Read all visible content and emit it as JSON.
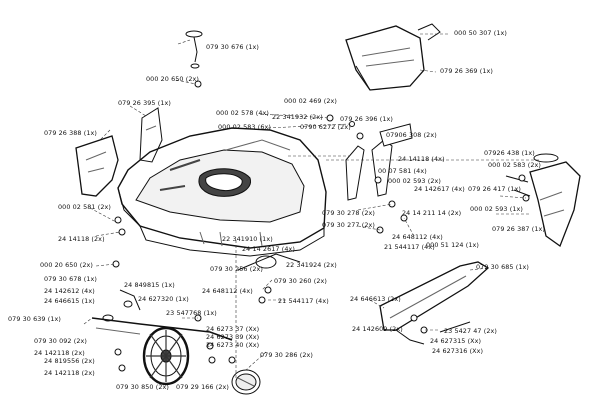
{
  "diagram": {
    "labels": [
      "079 30 676 (1x)",
      "000 20 650 (2x)",
      "000 50 307 (1x)",
      "079 26 369 (1x)",
      "079 26 395 (1x)",
      "079 26 388 (1x)",
      "000 02 578 (4x)",
      "000 02 469 (2x)",
      "000 02 583 (6x)",
      "22 341932 (2x)",
      "079 26 396 (1x)",
      "0790 6272 (2x)",
      "07906 308 (2x)",
      "24 14118 (4x)",
      "00 07 581 (4x)",
      "000 02 593 (2x)",
      "24 142617 (4x)",
      "07926 438 (1x)",
      "000 02 583 (2x)",
      "079 26 417 (1x)",
      "000 02 581 (2x)",
      "079 30 278 (2x)",
      "24 14 211 14 (2x)",
      "000 02 593 (1x)",
      "079 30 277 (2x)",
      "24 648112 (4x)",
      "079 26 387 (1x)",
      "24 14118 (2x)",
      "22 341910 (1x)",
      "21 544117 (4x)",
      "000 20 650 (2x)",
      "24 14 2617 (4x)",
      "079 30 256 (2x)",
      "22 341924 (2x)",
      "000 51 124 (1x)",
      "079 30 685 (1x)",
      "079 30 678 (1x)",
      "24 849815 (1x)",
      "24 142612 (4x)",
      "24 648112 (4x)",
      "079 30 260 (2x)",
      "24 646615 (1x)",
      "24 627320 (1x)",
      "21 544117 (4x)",
      "24 646613 (2x)",
      "079 30 639 (1x)",
      "23 547768 (1x)",
      "079 30 092 (2x)",
      "24 142609 (2x)",
      "23 5427 47 (2x)",
      "24 6273 37 (Xx)",
      "24 627315 (Xx)",
      "24 6273 39 (Xx)",
      "24 142118 (2x)",
      "24 6273 40 (Xx)",
      "24 627316 (Xx)",
      "24 819556 (2x)",
      "079 30 286 (2x)",
      "079 30 850 (2x)",
      "079 29 166 (2x)",
      "24 142118 (2x)"
    ]
  }
}
